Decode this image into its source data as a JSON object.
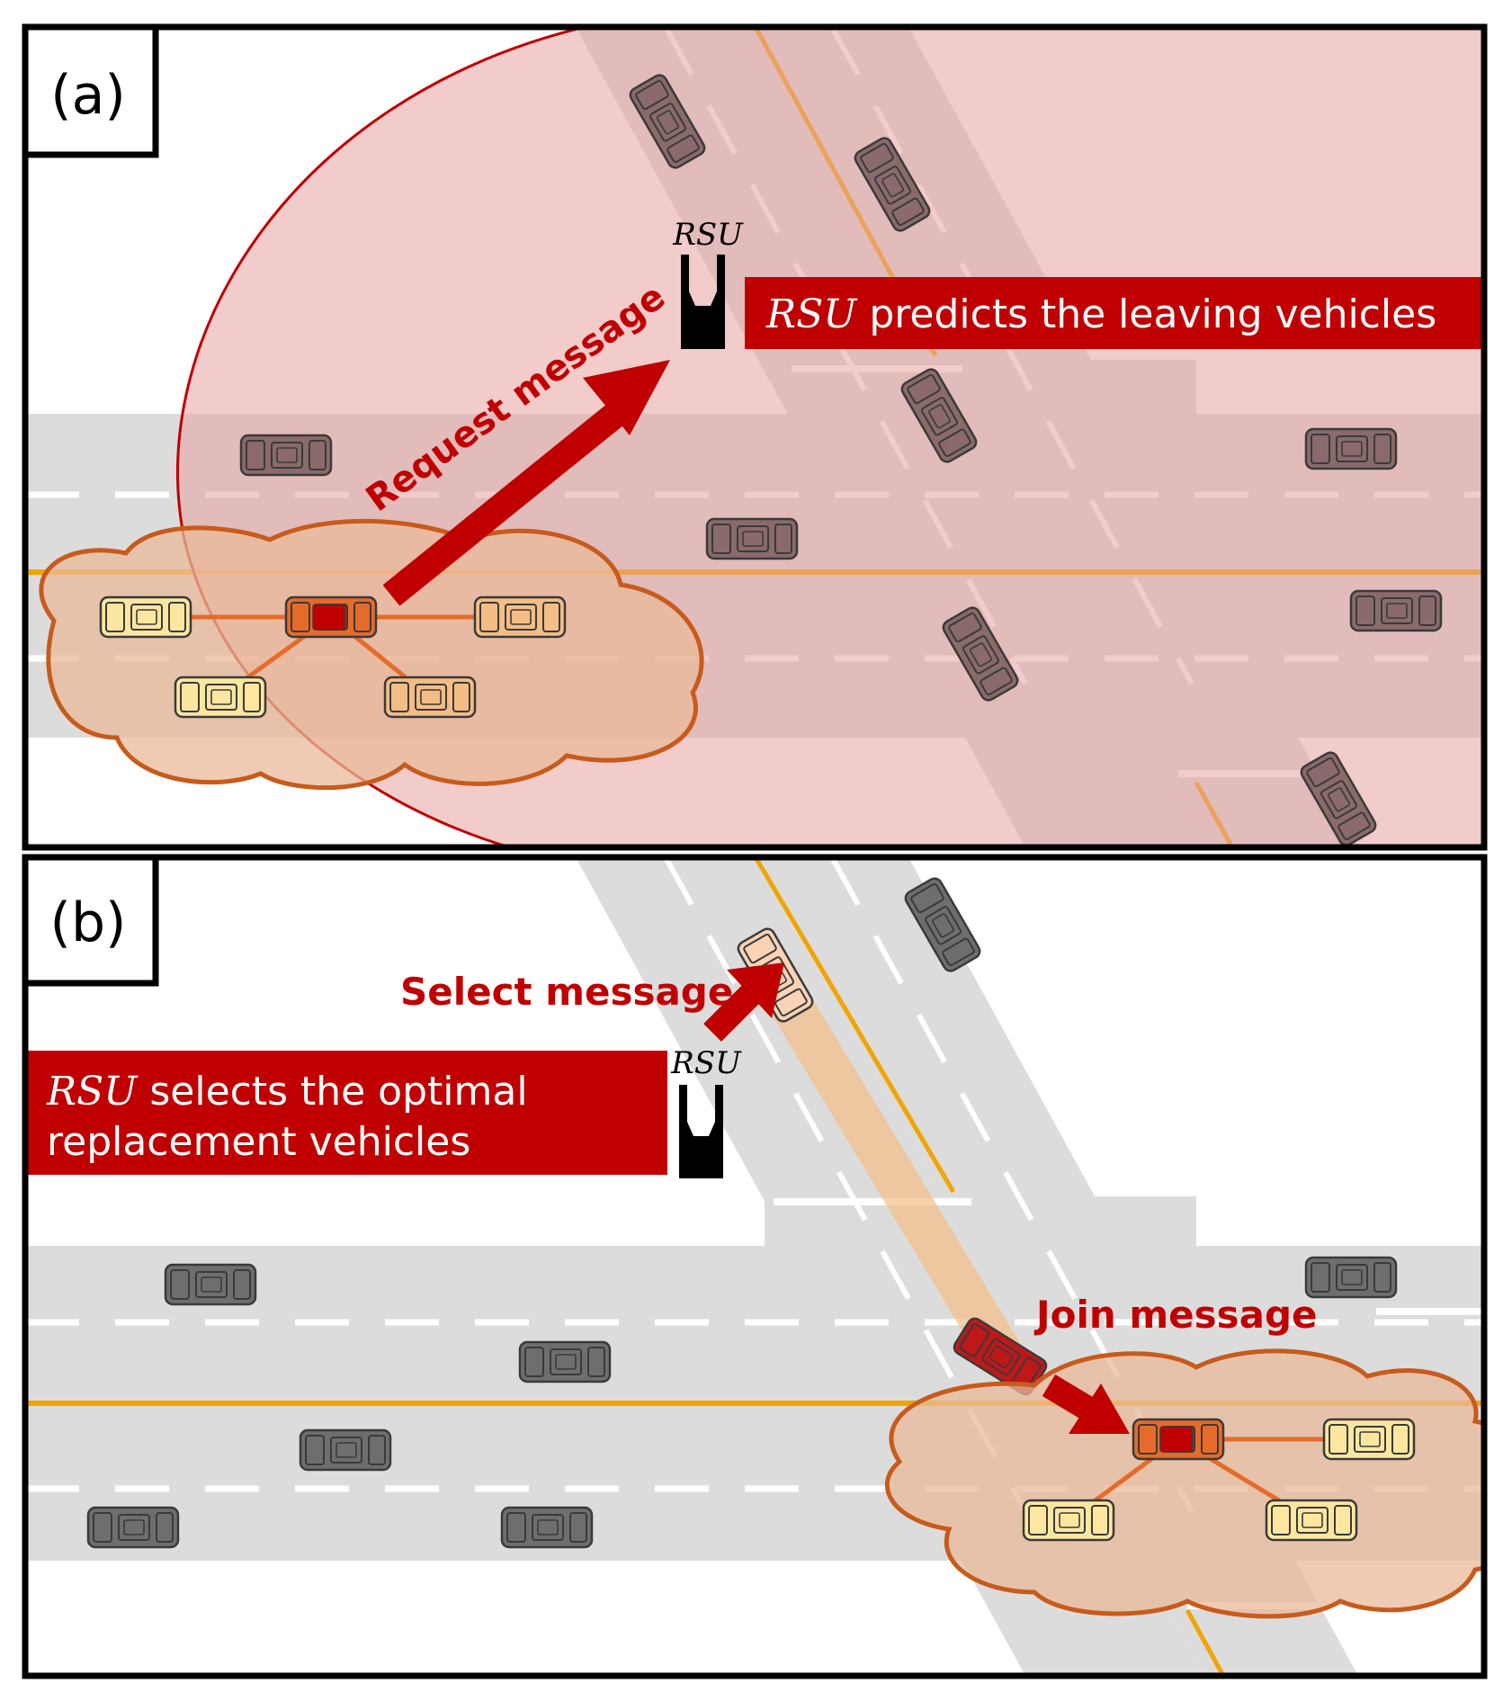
{
  "panels": {
    "a": {
      "tag": "(a)",
      "rsu_label": "RSU",
      "banner": {
        "em": "RSU",
        "rest": " predicts the leaving vehicles"
      },
      "arrow_label": "Request message"
    },
    "b": {
      "tag": "(b)",
      "rsu_label": "RSU",
      "banner": {
        "em": "RSU",
        "line1_rest": " selects the optimal",
        "line2": "replacement vehicles"
      },
      "select_label": "Select message",
      "join_label": "Join message"
    }
  },
  "colors": {
    "road": "#dcdcdc",
    "coverage_fill": "#e8a0a0",
    "coverage_edge": "#c00000",
    "cluster_fill": "#e9b99a",
    "cluster_edge": "#c75b1c",
    "lane_center": "#f0a500",
    "banner": "#c00000",
    "arrow": "#c00000"
  },
  "icons": [
    "rsu-tower-icon",
    "car-icon"
  ]
}
